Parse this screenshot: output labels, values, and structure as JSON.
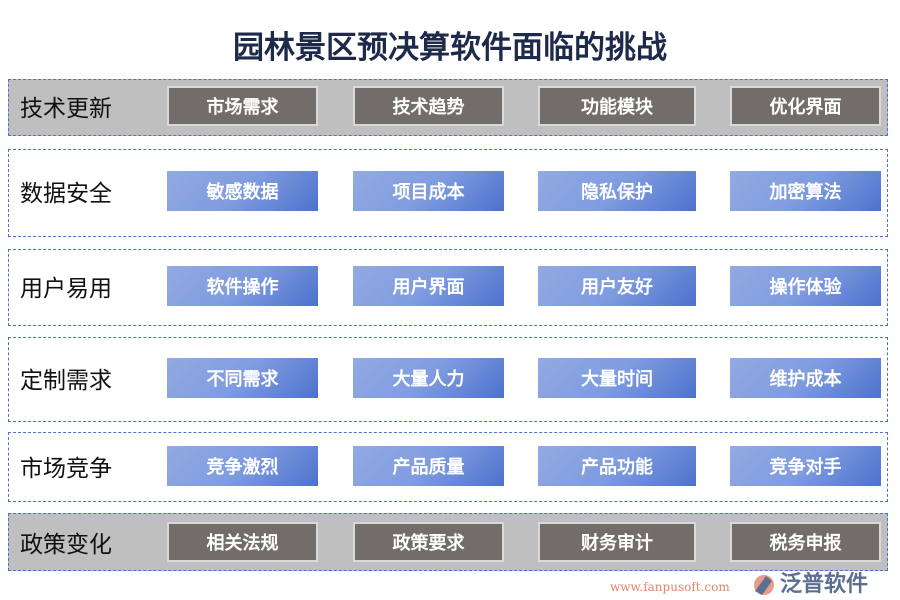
{
  "title": "园林景区预决算软件面临的挑战",
  "rows": [
    {
      "label": "技术更新",
      "style": "gray",
      "items": [
        "市场需求",
        "技术趋势",
        "功能模块",
        "优化界面"
      ]
    },
    {
      "label": "数据安全",
      "style": "blue",
      "items": [
        "敏感数据",
        "项目成本",
        "隐私保护",
        "加密算法"
      ]
    },
    {
      "label": "用户易用",
      "style": "blue",
      "items": [
        "软件操作",
        "用户界面",
        "用户友好",
        "操作体验"
      ]
    },
    {
      "label": "定制需求",
      "style": "blue",
      "items": [
        "不同需求",
        "大量人力",
        "大量时间",
        "维护成本"
      ]
    },
    {
      "label": "市场竞争",
      "style": "blue",
      "items": [
        "竞争激烈",
        "产品质量",
        "产品功能",
        "竞争对手"
      ]
    },
    {
      "label": "政策变化",
      "style": "gray",
      "items": [
        "相关法规",
        "政策要求",
        "财务审计",
        "税务申报"
      ]
    }
  ],
  "watermark": {
    "name": "泛普软件",
    "url": "www.fanpusoft.com"
  },
  "colors": {
    "border": "#4a72d4",
    "gray_bg": "#bfbfbf",
    "gray_btn": "#726c6b",
    "blue_btn": "#7f9ce0"
  }
}
